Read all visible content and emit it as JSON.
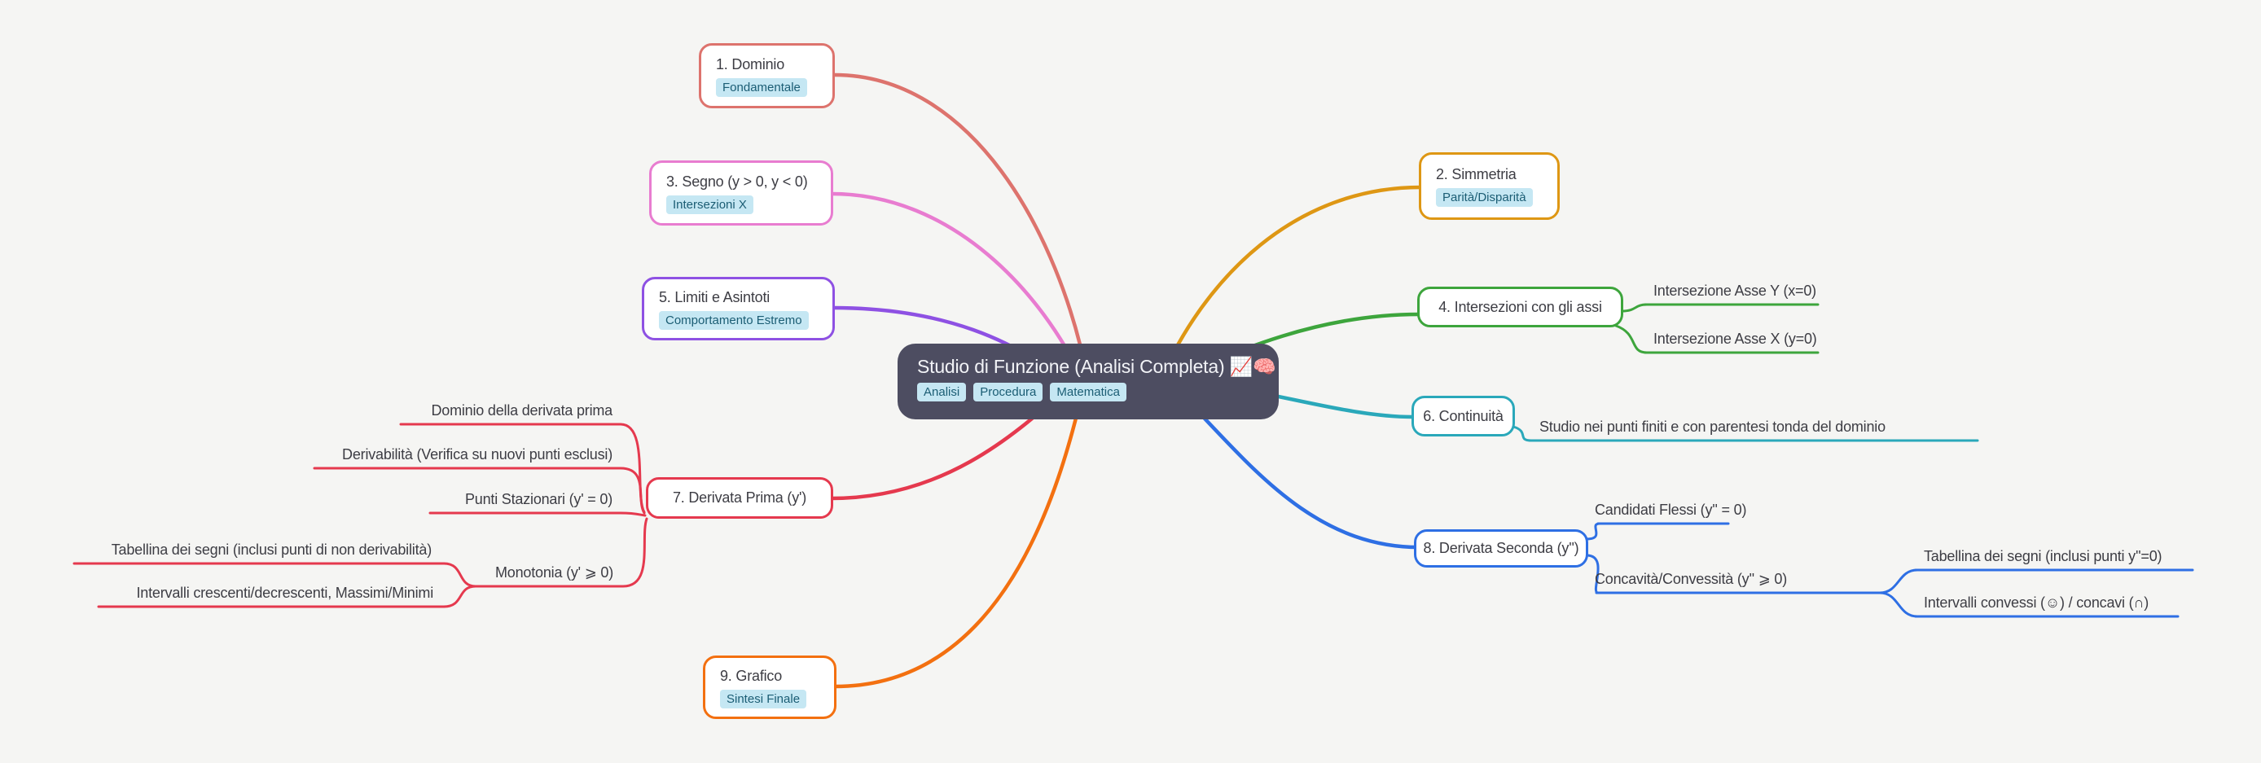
{
  "canvas": {
    "background": "#f5f5f3"
  },
  "root": {
    "title": "Studio di Funzione (Analisi Completa) 📈🧠",
    "tags": [
      "Analisi",
      "Procedura",
      "Matematica"
    ],
    "colors": {
      "bg": "#4d4d61",
      "text": "#f2f3f7",
      "tag_bg": "#c5e7f3",
      "tag_text": "#1b5d74"
    }
  },
  "branches": [
    {
      "id": "dominio",
      "label": "1. Dominio",
      "tag": "Fondamentale",
      "color": "#dd736d",
      "side": "left"
    },
    {
      "id": "simmetria",
      "label": "2. Simmetria",
      "tag": "Parità/Disparità",
      "color": "#de9714",
      "side": "right"
    },
    {
      "id": "segno",
      "label": "3. Segno (y > 0, y < 0)",
      "tag": "Intersezioni X",
      "color": "#e87cd0",
      "side": "left"
    },
    {
      "id": "intersezioni",
      "label": "4. Intersezioni con gli assi",
      "color": "#3da53c",
      "side": "right",
      "children": [
        "Intersezione Asse Y (x=0)",
        "Intersezione Asse X (y=0)"
      ]
    },
    {
      "id": "limiti",
      "label": "5. Limiti e Asintoti",
      "tag": "Comportamento Estremo",
      "color": "#8e51e3",
      "side": "left"
    },
    {
      "id": "continuita",
      "label": "6. Continuità",
      "color": "#2aa8ba",
      "side": "right",
      "children": [
        "Studio nei punti finiti e con parentesi tonda del dominio"
      ]
    },
    {
      "id": "derivata-prima",
      "label": "7. Derivata Prima (y')",
      "color": "#e5394e",
      "side": "left",
      "children": [
        "Dominio della derivata prima",
        "Derivabilità (Verifica su nuovi punti esclusi)",
        "Punti Stazionari (y' = 0)",
        {
          "label": "Monotonia (y' ⩾ 0)",
          "children": [
            "Tabellina dei segni (inclusi punti di non derivabilità)",
            "Intervalli crescenti/decrescenti, Massimi/Minimi"
          ]
        }
      ]
    },
    {
      "id": "derivata-seconda",
      "label": "8. Derivata Seconda (y'')",
      "color": "#2e6fe4",
      "side": "right",
      "children": [
        "Candidati Flessi (y'' = 0)",
        {
          "label": "Concavità/Convessità (y'' ⩾ 0)",
          "children": [
            "Tabellina dei segni (inclusi punti y''=0)",
            "Intervalli convessi (☺) / concavi (∩)"
          ]
        }
      ]
    },
    {
      "id": "grafico",
      "label": "9. Grafico",
      "tag": "Sintesi Finale",
      "color": "#f37010",
      "side": "left"
    }
  ]
}
